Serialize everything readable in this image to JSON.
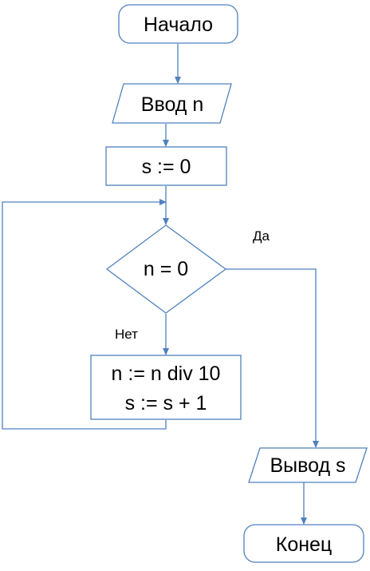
{
  "diagram": {
    "nodes": {
      "start": "Начало",
      "input": "Ввод n",
      "init": "s := 0",
      "condition": "n = 0",
      "loop_body_line1": "n := n div 10",
      "loop_body_line2": "s := s + 1",
      "output": "Вывод s",
      "end": "Конец"
    },
    "edge_labels": {
      "yes": "Да",
      "no": "Нет"
    },
    "colors": {
      "stroke": "#4f81bd",
      "fill": "#ffffff",
      "text": "#000000"
    }
  }
}
